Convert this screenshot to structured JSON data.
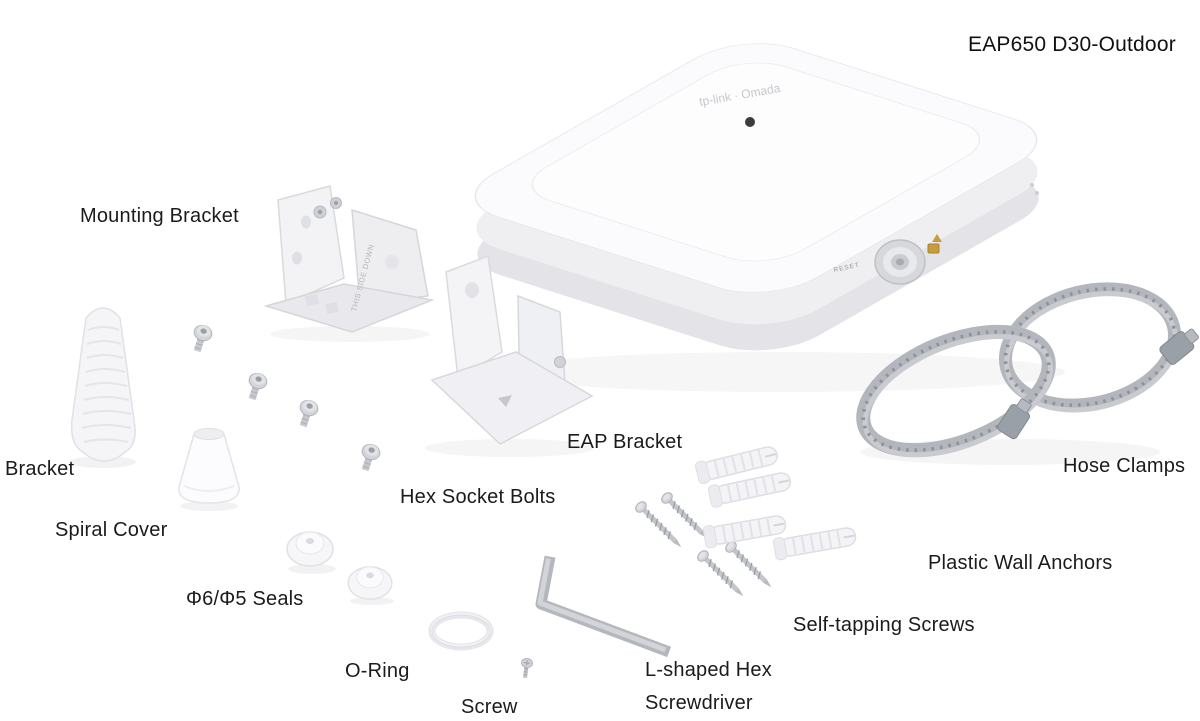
{
  "title": "EAP650 D30-Outdoor",
  "labels": {
    "mounting_bracket": "Mounting Bracket",
    "bracket": "Bracket",
    "spiral_cover": "Spiral Cover",
    "seals": "Φ6/Φ5 Seals",
    "o_ring": "O-Ring",
    "screw": "Screw",
    "hex_socket_bolts": "Hex Socket Bolts",
    "eap_bracket": "EAP Bracket",
    "l_hex_line1": "L-shaped Hex",
    "l_hex_line2": "Screwdriver",
    "self_tapping_screws": "Self-tapping Screws",
    "plastic_wall_anchors": "Plastic Wall Anchors",
    "hose_clamps": "Hose Clamps"
  },
  "device_markings": {
    "brand": "tp-link · Omada",
    "reset": "RESET",
    "bracket_print": "THIS SIDE DOWN"
  },
  "colors": {
    "background": "#ffffff",
    "text": "#1b1b1d",
    "metal": "#c2c4c9",
    "plastic": "#f5f5f8",
    "brass": "#c79b3f"
  }
}
